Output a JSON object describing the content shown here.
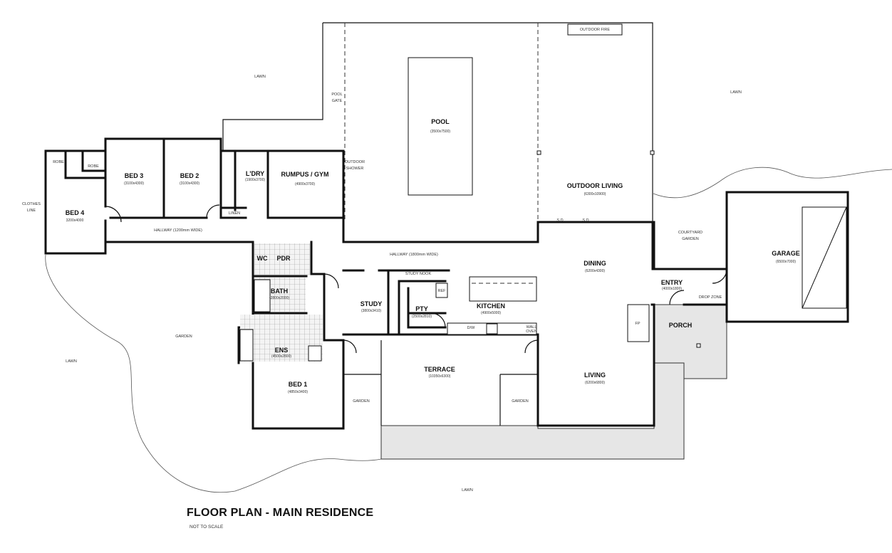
{
  "title": "FLOOR PLAN - MAIN RESIDENCE",
  "subtitle": "NOT TO SCALE",
  "rooms": {
    "bed4": {
      "name": "BED 4",
      "dim": "3200x4000"
    },
    "bed3": {
      "name": "BED 3",
      "dim": "(3100x4300)"
    },
    "bed2": {
      "name": "BED 2",
      "dim": "(3100x4300)"
    },
    "laundry": {
      "name": "L'DRY",
      "dim": "(1900x3700)"
    },
    "rumpus": {
      "name": "RUMPUS / GYM",
      "dim": "(4900x3700)"
    },
    "pool": {
      "name": "POOL",
      "dim": "(3500x7500)"
    },
    "outdoor_living": {
      "name": "OUTDOOR LIVING",
      "dim": "(6300x10900)"
    },
    "garage": {
      "name": "GARAGE",
      "dim": "(6500x7000)"
    },
    "dining": {
      "name": "DINING",
      "dim": "(6200x4300)"
    },
    "entry": {
      "name": "ENTRY",
      "dim": "(4000x1800)"
    },
    "porch": {
      "name": "PORCH"
    },
    "wc": {
      "name": "WC"
    },
    "pdr": {
      "name": "PDR"
    },
    "bath": {
      "name": "BATH",
      "dim": "(2800x2000)"
    },
    "ens": {
      "name": "ENS",
      "dim": "(4500x2800)"
    },
    "bed1": {
      "name": "BED 1",
      "dim": "(4850x3400)"
    },
    "study": {
      "name": "STUDY",
      "dim": "(3800x3410)"
    },
    "pantry": {
      "name": "PTY",
      "dim": "(2500x2810)"
    },
    "kitchen": {
      "name": "KITCHEN",
      "dim": "(4900x5000)"
    },
    "terrace": {
      "name": "TERRACE",
      "dim": "(10350x6300)"
    },
    "living": {
      "name": "LIVING",
      "dim": "(6200x6800)"
    }
  },
  "labels": {
    "lawn": "LAWN",
    "garden": "GARDEN",
    "robe": "ROBE",
    "linen": "LINEN",
    "pool_gate": [
      "POOL",
      "GATE"
    ],
    "outdoor_shower": [
      "OUTDOOR",
      "SHOWER"
    ],
    "outdoor_fire": "OUTDOOR FIRE",
    "clothes_line": [
      "CLOTHES",
      "LINE"
    ],
    "hallway_1200": "HALLWAY (1200mm WIDE)",
    "hallway_1800": "HALLWAY (1800mm WIDE)",
    "study_nook": "STUDY NOOK",
    "courtyard_garden": [
      "COURTYARD",
      "GARDEN"
    ],
    "drop_zone": "DROP ZONE",
    "sd": "S.D",
    "fp": "FP",
    "ref": "REF",
    "dw": "D/W",
    "wall_oven": [
      "WALL",
      "OVEN"
    ]
  }
}
